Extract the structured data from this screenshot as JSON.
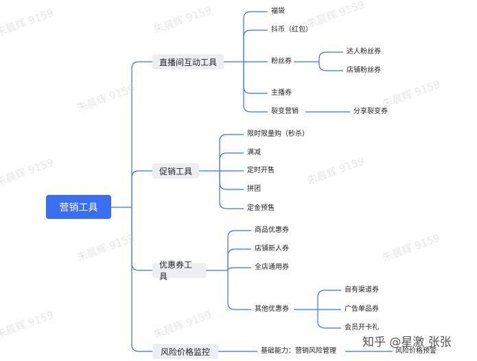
{
  "watermark": "朱晨辉 9159",
  "root": {
    "label": "营销工具"
  },
  "branches": [
    {
      "label": "直播间互动工具",
      "children": [
        {
          "label": "福袋"
        },
        {
          "label": "抖币（红包）"
        },
        {
          "label": "粉丝券",
          "children": [
            {
              "label": "达人粉丝券"
            },
            {
              "label": "店铺粉丝券"
            }
          ]
        },
        {
          "label": "主播券"
        },
        {
          "label": "裂变营销",
          "children": [
            {
              "label": "分享裂变券"
            }
          ]
        }
      ]
    },
    {
      "label": "促销工具",
      "children": [
        {
          "label": "限时限量购（秒杀）"
        },
        {
          "label": "满减"
        },
        {
          "label": "定时开售"
        },
        {
          "label": "拼团"
        },
        {
          "label": "定金预售"
        }
      ]
    },
    {
      "label": "优惠券工具",
      "children": [
        {
          "label": "商品优惠券"
        },
        {
          "label": "店铺新人券"
        },
        {
          "label": "全店通用券"
        },
        {
          "label": "其他优惠券",
          "children": [
            {
              "label": "自有渠道券"
            },
            {
              "label": "广告单品券"
            },
            {
              "label": "会员开卡礼"
            }
          ]
        }
      ]
    },
    {
      "label": "风险价格监控",
      "children": [
        {
          "label": "基础能力：营销风险管理",
          "children": [
            {
              "label": "风险价格预警"
            }
          ]
        }
      ]
    }
  ],
  "credit": "知乎 @星激 张张"
}
